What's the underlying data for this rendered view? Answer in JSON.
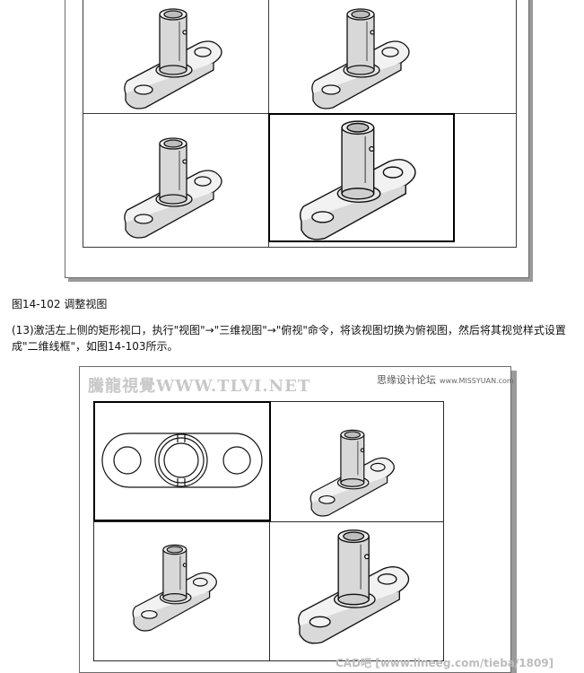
{
  "figure_top": {
    "caption": "图14-102 调整视图"
  },
  "instruction": {
    "text": "(13)激活左上侧的矩形视口，执行\"视图\"→\"三维视图\"→\"俯视\"命令，将该视图切换为俯视图，然后将其视觉样式设置成\"二维线框\"，如图14-103所示。"
  },
  "figure_bottom": {
    "watermark_left": "騰龍視覺WWW.TLVI.NET",
    "watermark_right": "思缘设计论坛",
    "watermark_right_url": "www.MISSYUAN.com",
    "watermark_bottom": "CAD吧 [www.lineeg.com/tieba/1809]"
  }
}
